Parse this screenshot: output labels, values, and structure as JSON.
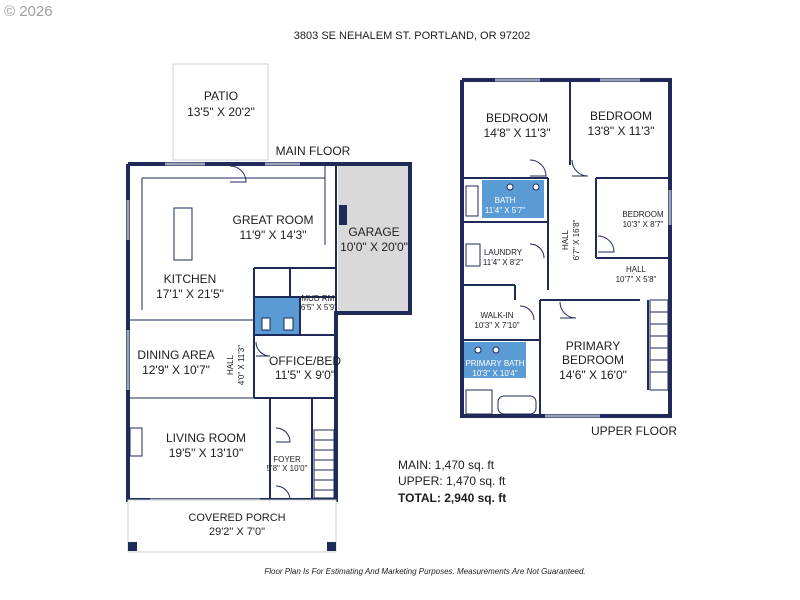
{
  "watermark": "© 2026",
  "address": "3803 SE NEHALEM ST. PORTLAND, OR 97202",
  "main_floor": {
    "label": "MAIN FLOOR",
    "rooms": {
      "patio": {
        "name": "PATIO",
        "dims": "13'5\" X 20'2\""
      },
      "great_room": {
        "name": "GREAT ROOM",
        "dims": "11'9\" X 14'3\""
      },
      "kitchen": {
        "name": "KITCHEN",
        "dims": "17'1\" X 21'5\""
      },
      "garage": {
        "name": "GARAGE",
        "dims": "10'0\" X 20'0\""
      },
      "mud_room": {
        "name": "MUD RM.",
        "dims": "6'5\" X 5'9\""
      },
      "dining": {
        "name": "DINING AREA",
        "dims": "12'9\" X 10'7\""
      },
      "hall": {
        "name": "HALL",
        "dims": "4'0\" X 11'3\""
      },
      "office": {
        "name": "OFFICE/BED",
        "dims": "11'5\" X 9'0\""
      },
      "living": {
        "name": "LIVING ROOM",
        "dims": "19'5\" X 13'10\""
      },
      "foyer": {
        "name": "FOYER",
        "dims": "5'8\" X 10'0\""
      },
      "porch": {
        "name": "COVERED PORCH",
        "dims": "29'2\" X 7'0\""
      }
    }
  },
  "upper_floor": {
    "label": "UPPER FLOOR",
    "rooms": {
      "bed1": {
        "name": "BEDROOM",
        "dims": "14'8\" X 11'3\""
      },
      "bed2": {
        "name": "BEDROOM",
        "dims": "13'8\" X 11'3\""
      },
      "bath": {
        "name": "BATH",
        "dims": "11'4\" X 5'7\""
      },
      "hall_v": {
        "name": "HALL",
        "dims": "6'7\" X 16'8\""
      },
      "bed3": {
        "name": "BEDROOM",
        "dims": "10'3\" X 8'7\""
      },
      "laundry": {
        "name": "LAUNDRY",
        "dims": "11'4\" X 8'2\""
      },
      "hall_h": {
        "name": "HALL",
        "dims": "10'7\" X 5'8\""
      },
      "walkin": {
        "name": "WALK-IN",
        "dims": "10'3\" X 7'10\""
      },
      "primary_bath": {
        "name": "PRIMARY BATH",
        "dims": "10'3\" X 10'4\""
      },
      "primary_bed": {
        "name1": "PRIMARY",
        "name2": "BEDROOM",
        "dims": "14'6\" X 16'0\""
      }
    }
  },
  "totals": {
    "main": "MAIN: 1,470 sq. ft",
    "upper": "UPPER: 1,470 sq. ft",
    "total": "TOTAL: 2,940 sq. ft"
  },
  "disclaimer": "Floor Plan Is For Estimating And Marketing Purposes. Measurements Are Not Guaranteed.",
  "colors": {
    "wall": "#1e2a57",
    "bath": "#5b9bd5",
    "garage": "#d9d9d9"
  }
}
